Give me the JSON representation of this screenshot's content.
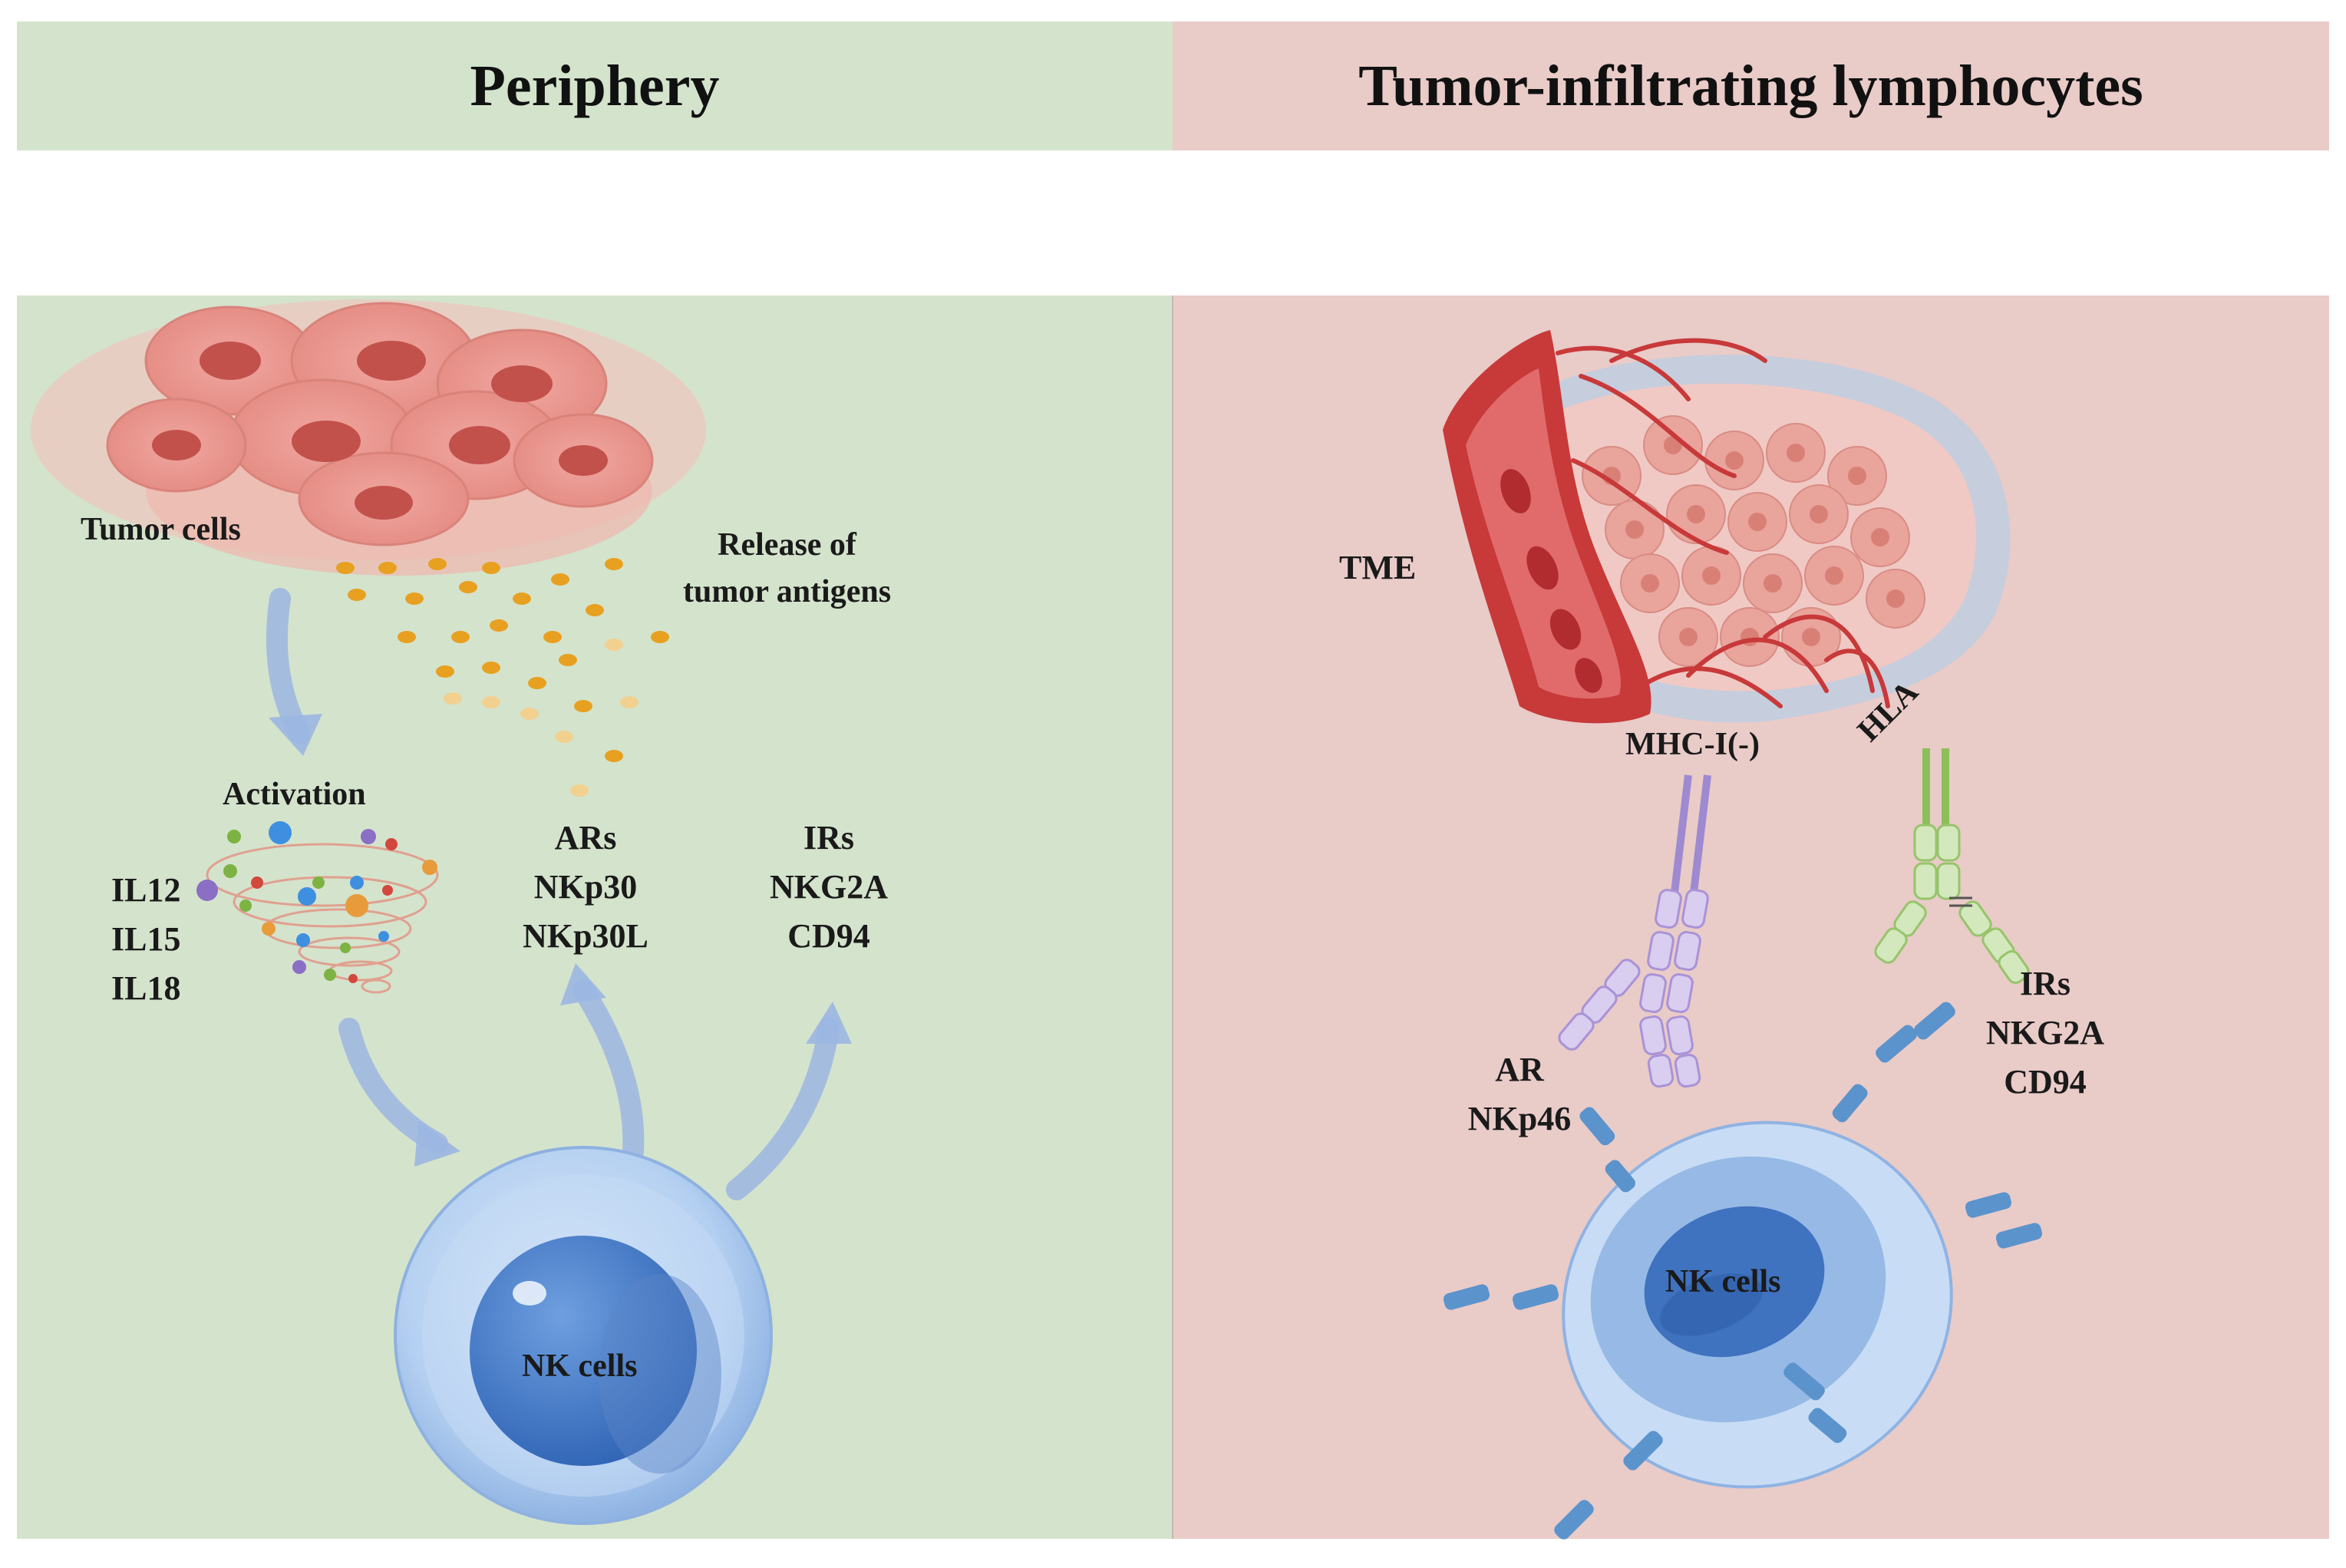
{
  "headers": {
    "left": "Periphery",
    "right": "Tumor-infiltrating lymphocytes"
  },
  "left": {
    "tumor_cells": "Tumor cells",
    "release": [
      "Release of",
      "tumor antigens"
    ],
    "activation": "Activation",
    "interleukins": [
      "IL12",
      "IL15",
      "IL18"
    ],
    "activating_receptors": [
      "ARs",
      "NKp30",
      "NKp30L"
    ],
    "inhibitory_receptors": [
      "IRs",
      "NKG2A",
      "CD94"
    ],
    "nk_cells": "NK cells"
  },
  "right": {
    "tme": "TME",
    "mhc": "MHC-I(-)",
    "hla": "HLA",
    "activating_receptor": [
      "AR",
      "NKp46"
    ],
    "inhibitory_receptors": [
      "IRs",
      "NKG2A",
      "CD94"
    ],
    "nk_cells": "NK cells"
  },
  "colors": {
    "periphery_bg": "#d4e3cc",
    "til_bg": "#e9cbc8",
    "arrow": "#9bb6e2",
    "nk_cell": "#bcd6f3",
    "antigen": "#e8a020",
    "vessel": "#c8393a",
    "mhc": "#b7a6dc",
    "hla": "#b9d89a",
    "receptor": "#5b93cc"
  }
}
